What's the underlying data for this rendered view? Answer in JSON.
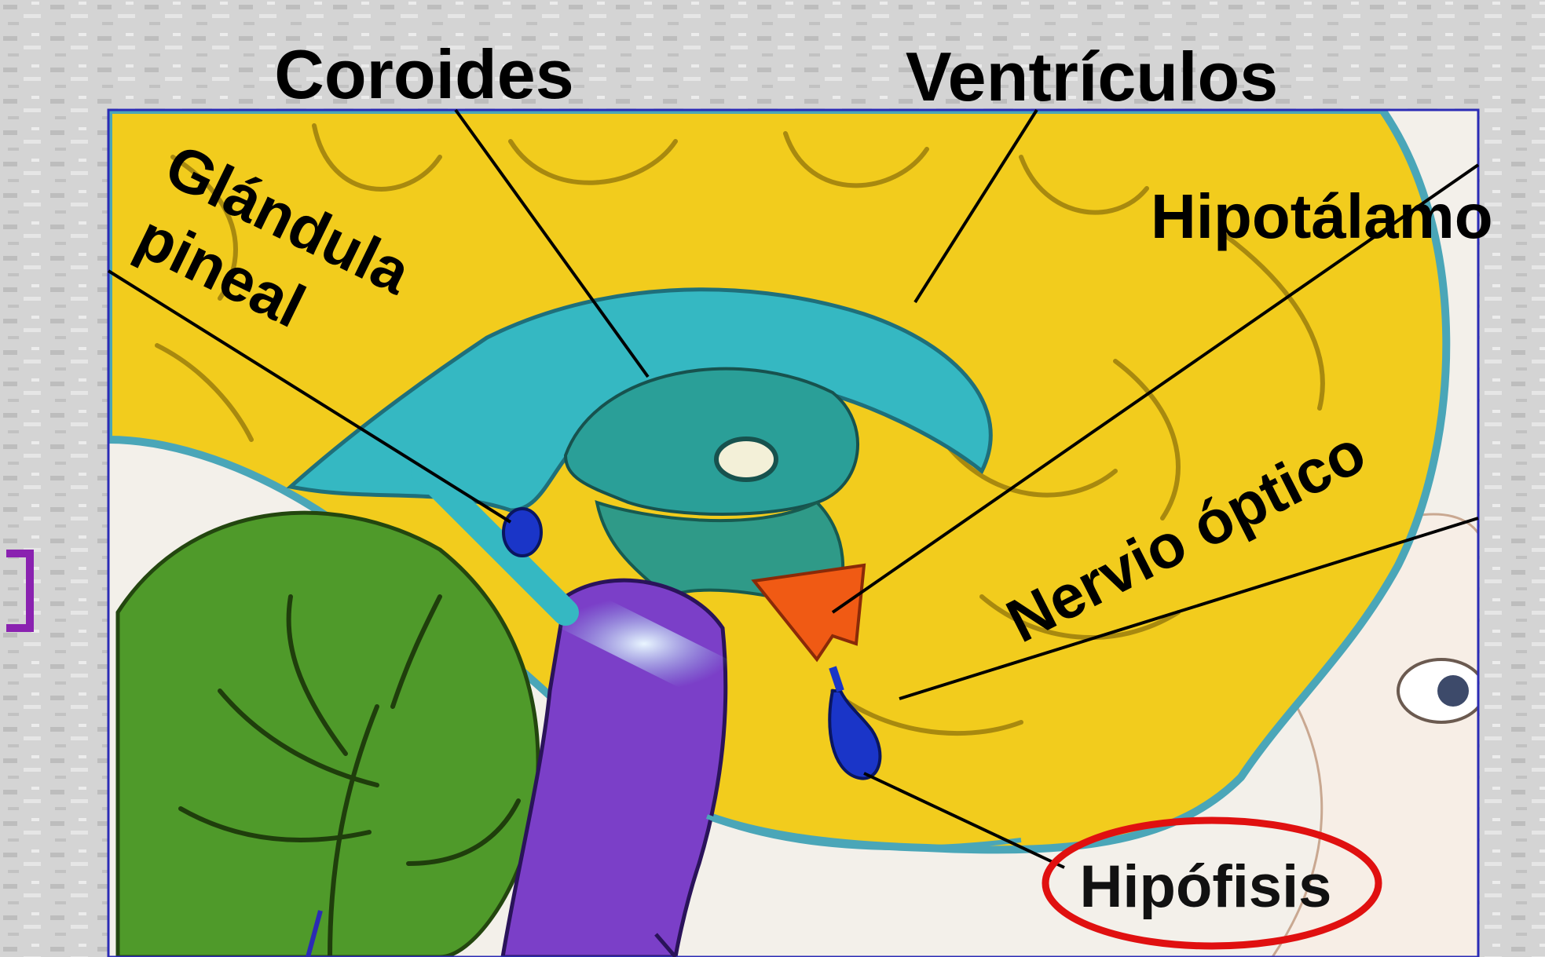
{
  "labels": {
    "coroides": "Coroides",
    "ventriculos": "Ventrículos",
    "hipotalamo": "Hipotálamo",
    "glandula_line1": "Glándula",
    "glandula_line2": "pineal",
    "nervio_optico": "Nervio óptico",
    "hipofisis": "Hipófisis"
  },
  "colors": {
    "background": "#d6d6d6",
    "frame": "#2b2bb5",
    "brain_yellow": "#f2cc1d",
    "ventricle_teal": "#35b8c2",
    "cerebellum_green": "#4f9a2a",
    "brainstem_purple": "#7b3fc8",
    "hypothalamus_orange": "#f05a14",
    "pituitary_blue": "#1a35c8",
    "highlight_red": "#e01010",
    "side_bracket_purple": "#8a22b0"
  }
}
